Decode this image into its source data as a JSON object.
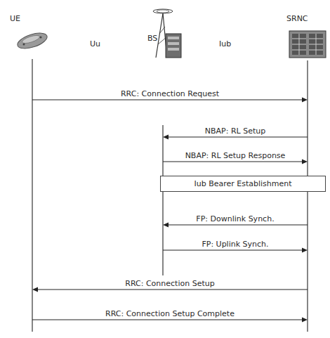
{
  "diagram": {
    "nodes": [
      {
        "text": [
          "UE"
        ]
      },
      {
        "text": [
          "BS"
        ]
      },
      {
        "text": [
          "SRNC"
        ]
      },
      {
        "text": [
          "Iub Bearer Establishment"
        ]
      }
    ],
    "edges": [
      {
        "from": 0,
        "to": 2,
        "label": "RRC: Connection Request",
        "arrow": "to"
      },
      {
        "from": 2,
        "to": 1,
        "label": "NBAP: RL Setup",
        "arrow": "to"
      },
      {
        "from": 1,
        "to": 2,
        "label": "NBAP: RL Setup Response",
        "arrow": "to"
      },
      {
        "from": 2,
        "to": 1,
        "label": "FP: Downlink Synch.",
        "arrow": "to"
      },
      {
        "from": 1,
        "to": 2,
        "label": "FP: Uplink Synch.",
        "arrow": "to"
      },
      {
        "from": 2,
        "to": 0,
        "label": "RRC: Connection Setup",
        "arrow": "to"
      },
      {
        "from": 0,
        "to": 2,
        "label": "RRC: Connection Setup Complete",
        "arrow": "to"
      }
    ],
    "labels": [
      "Uu",
      "Iub"
    ]
  }
}
